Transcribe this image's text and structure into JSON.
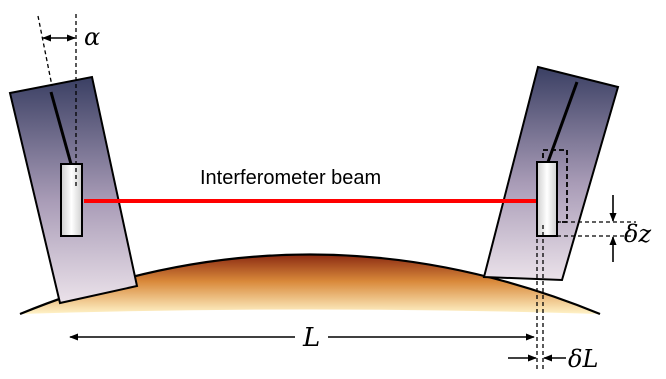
{
  "labels": {
    "beam": "Interferometer beam",
    "alpha": "α",
    "length": "L",
    "delta_z": "δz",
    "delta_l": "δL"
  },
  "colors": {
    "beam": "#ff0000",
    "pillar_top": "#3a3f63",
    "pillar_bottom": "#e7dde6",
    "ground_top": "#8b2a12",
    "ground_bottom": "#fff3c8"
  }
}
